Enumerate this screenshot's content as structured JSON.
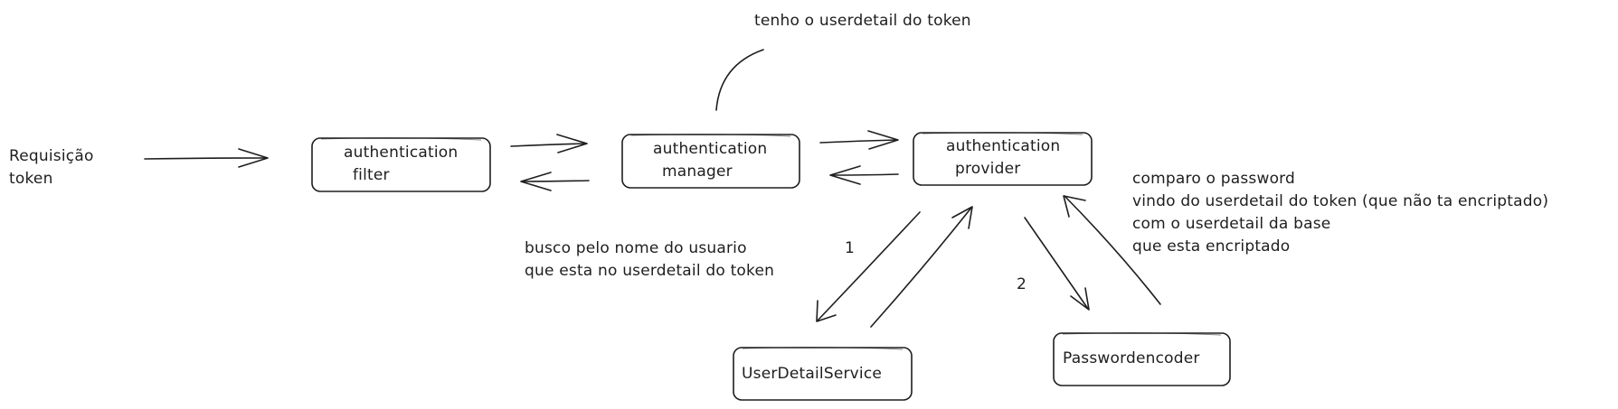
{
  "nodes": {
    "requisicao": {
      "lines": [
        "Requisição",
        "token"
      ]
    },
    "filter": {
      "lines": [
        "authentication",
        "filter"
      ]
    },
    "manager": {
      "lines": [
        "authentication",
        "manager"
      ]
    },
    "provider": {
      "lines": [
        "authentication",
        "provider"
      ]
    },
    "userdetailservice": {
      "lines": [
        "UserDetailService"
      ]
    },
    "passwordencoder": {
      "lines": [
        "Passwordencoder"
      ]
    }
  },
  "annotations": {
    "manager_note": "tenho o userdetail do token",
    "busca": [
      "busco pelo nome do usuario",
      "que esta no userdetail do token"
    ],
    "comparo": [
      "comparo o password",
      "vindo do userdetail do token (que não ta encriptado)",
      "com o userdetail da base",
      "que esta encriptado"
    ],
    "step1": "1",
    "step2": "2"
  },
  "colors": {
    "stroke": "#1e1e1e",
    "background": "#ffffff"
  }
}
